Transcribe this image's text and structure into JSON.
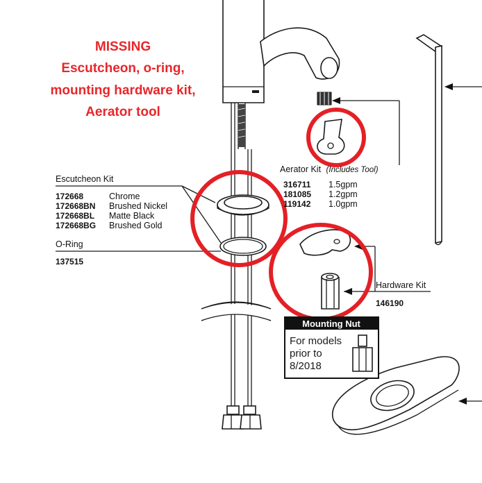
{
  "missing_note": {
    "lines": [
      "MISSING",
      "Escutcheon, o-ring,",
      "mounting hardware kit,",
      "Aerator tool"
    ],
    "color": "#e8262b"
  },
  "escutcheon_kit": {
    "title": "Escutcheon Kit",
    "items": [
      {
        "part": "172668",
        "finish": "Chrome"
      },
      {
        "part": "172668BN",
        "finish": "Brushed Nickel"
      },
      {
        "part": "172668BL",
        "finish": "Matte Black"
      },
      {
        "part": "172668BG",
        "finish": "Brushed Gold"
      }
    ]
  },
  "o_ring": {
    "title": "O-Ring",
    "part": "137515"
  },
  "aerator_kit": {
    "title": "Aerator Kit",
    "note": "(Includes Tool)",
    "items": [
      {
        "part": "316711",
        "flow": "1.5gpm"
      },
      {
        "part": "181085",
        "flow": "1.2gpm"
      },
      {
        "part": "119142",
        "flow": "1.0gpm"
      }
    ]
  },
  "hardware_kit": {
    "title": "Hardware Kit",
    "part": "146190"
  },
  "mounting_nut": {
    "header": "Mounting Nut",
    "lines": [
      "For models",
      "prior to",
      "8/2018"
    ]
  },
  "highlight_color": "#e32026"
}
